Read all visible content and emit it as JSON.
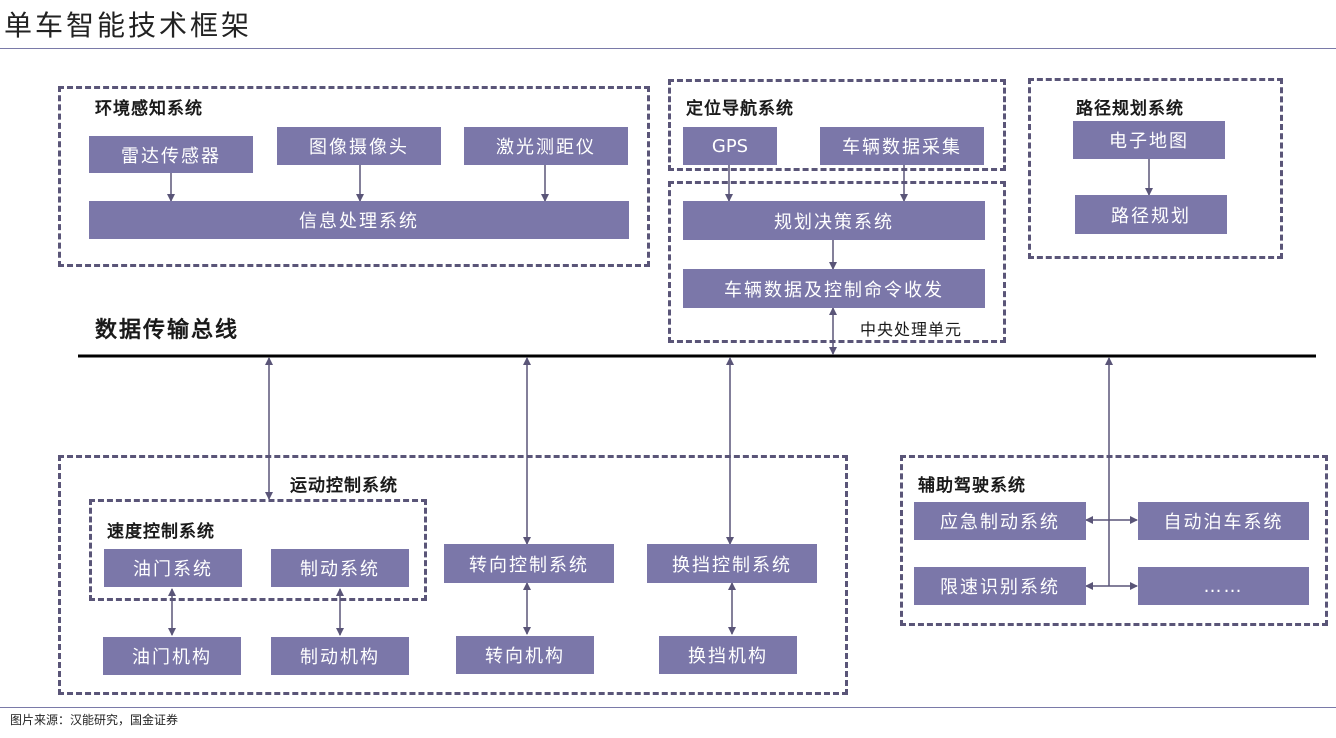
{
  "title": "单车智能技术框架",
  "bus_label": "数据传输总线",
  "source": "图片来源：汉能研究，国金证券",
  "groups": {
    "perception": {
      "label": "环境感知系统",
      "radar": "雷达传感器",
      "camera": "图像摄像头",
      "lidar": "激光测距仪",
      "info_processing": "信息处理系统"
    },
    "positioning": {
      "label": "定位导航系统",
      "gps": "GPS",
      "vehicle_data": "车辆数据采集"
    },
    "central": {
      "label": "中央处理单元",
      "planning_decision": "规划决策系统",
      "command_transceiver": "车辆数据及控制命令收发"
    },
    "route": {
      "label": "路径规划系统",
      "e_map": "电子地图",
      "route_plan": "路径规划"
    },
    "motion": {
      "label": "运动控制系统",
      "speed_label": "速度控制系统",
      "throttle_system": "油门系统",
      "brake_system": "制动系统",
      "steering_control": "转向控制系统",
      "gear_control": "换挡控制系统",
      "throttle_mech": "油门机构",
      "brake_mech": "制动机构",
      "steering_mech": "转向机构",
      "gear_mech": "换挡机构"
    },
    "assist": {
      "label": "辅助驾驶系统",
      "emergency_brake": "应急制动系统",
      "auto_parking": "自动泊车系统",
      "speed_limit_recog": "限速识别系统",
      "more": "……"
    }
  }
}
